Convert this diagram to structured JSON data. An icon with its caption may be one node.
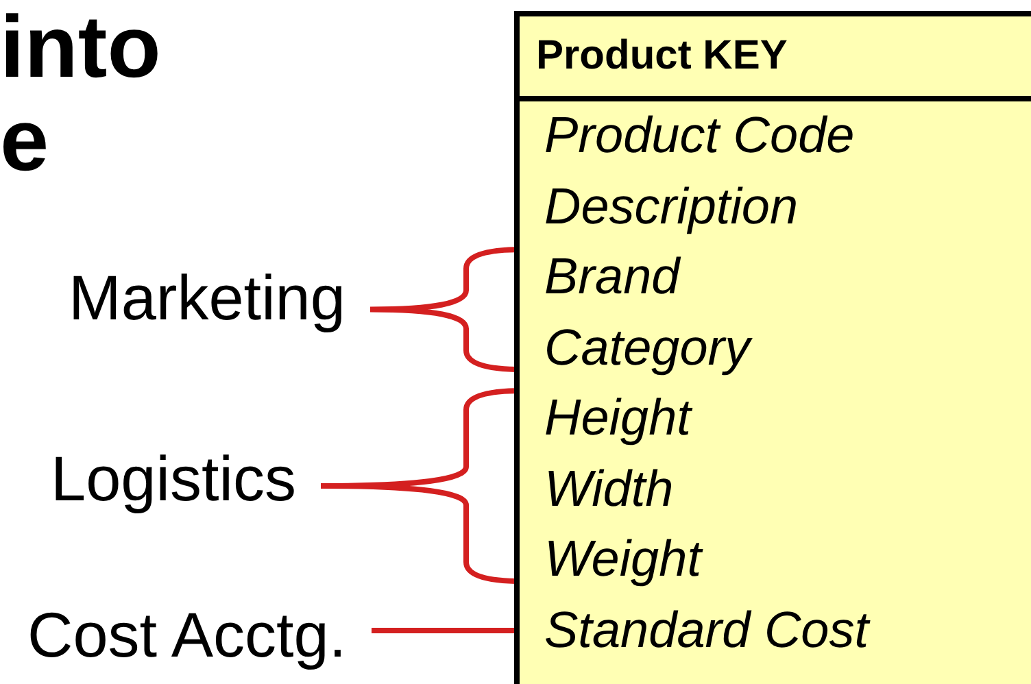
{
  "diagram": {
    "nodes": [
      {
        "text": [
          "Product KEY"
        ]
      },
      {
        "text": [
          "Product Code"
        ],
        "in": 0
      },
      {
        "text": [
          "Description"
        ],
        "in": 0
      },
      {
        "text": [
          "Brand"
        ],
        "in": 0
      },
      {
        "text": [
          "Category"
        ],
        "in": 0
      },
      {
        "text": [
          "Height"
        ],
        "in": 0
      },
      {
        "text": [
          "Width"
        ],
        "in": 0
      },
      {
        "text": [
          "Weight"
        ],
        "in": 0
      },
      {
        "text": [
          "Standard Cost"
        ],
        "in": 0
      },
      {
        "text": [
          "Marketing"
        ]
      },
      {
        "text": [
          "Logistics"
        ]
      },
      {
        "text": [
          "Cost Acctg."
        ]
      }
    ],
    "edges": [
      {
        "from": 9,
        "to": 3,
        "arrow": "none"
      },
      {
        "from": 9,
        "to": 4,
        "arrow": "none"
      },
      {
        "from": 10,
        "to": 5,
        "arrow": "none"
      },
      {
        "from": 10,
        "to": 7,
        "arrow": "none"
      },
      {
        "from": 11,
        "to": 8,
        "arrow": "none"
      }
    ],
    "labels": [
      "into",
      "e"
    ]
  }
}
